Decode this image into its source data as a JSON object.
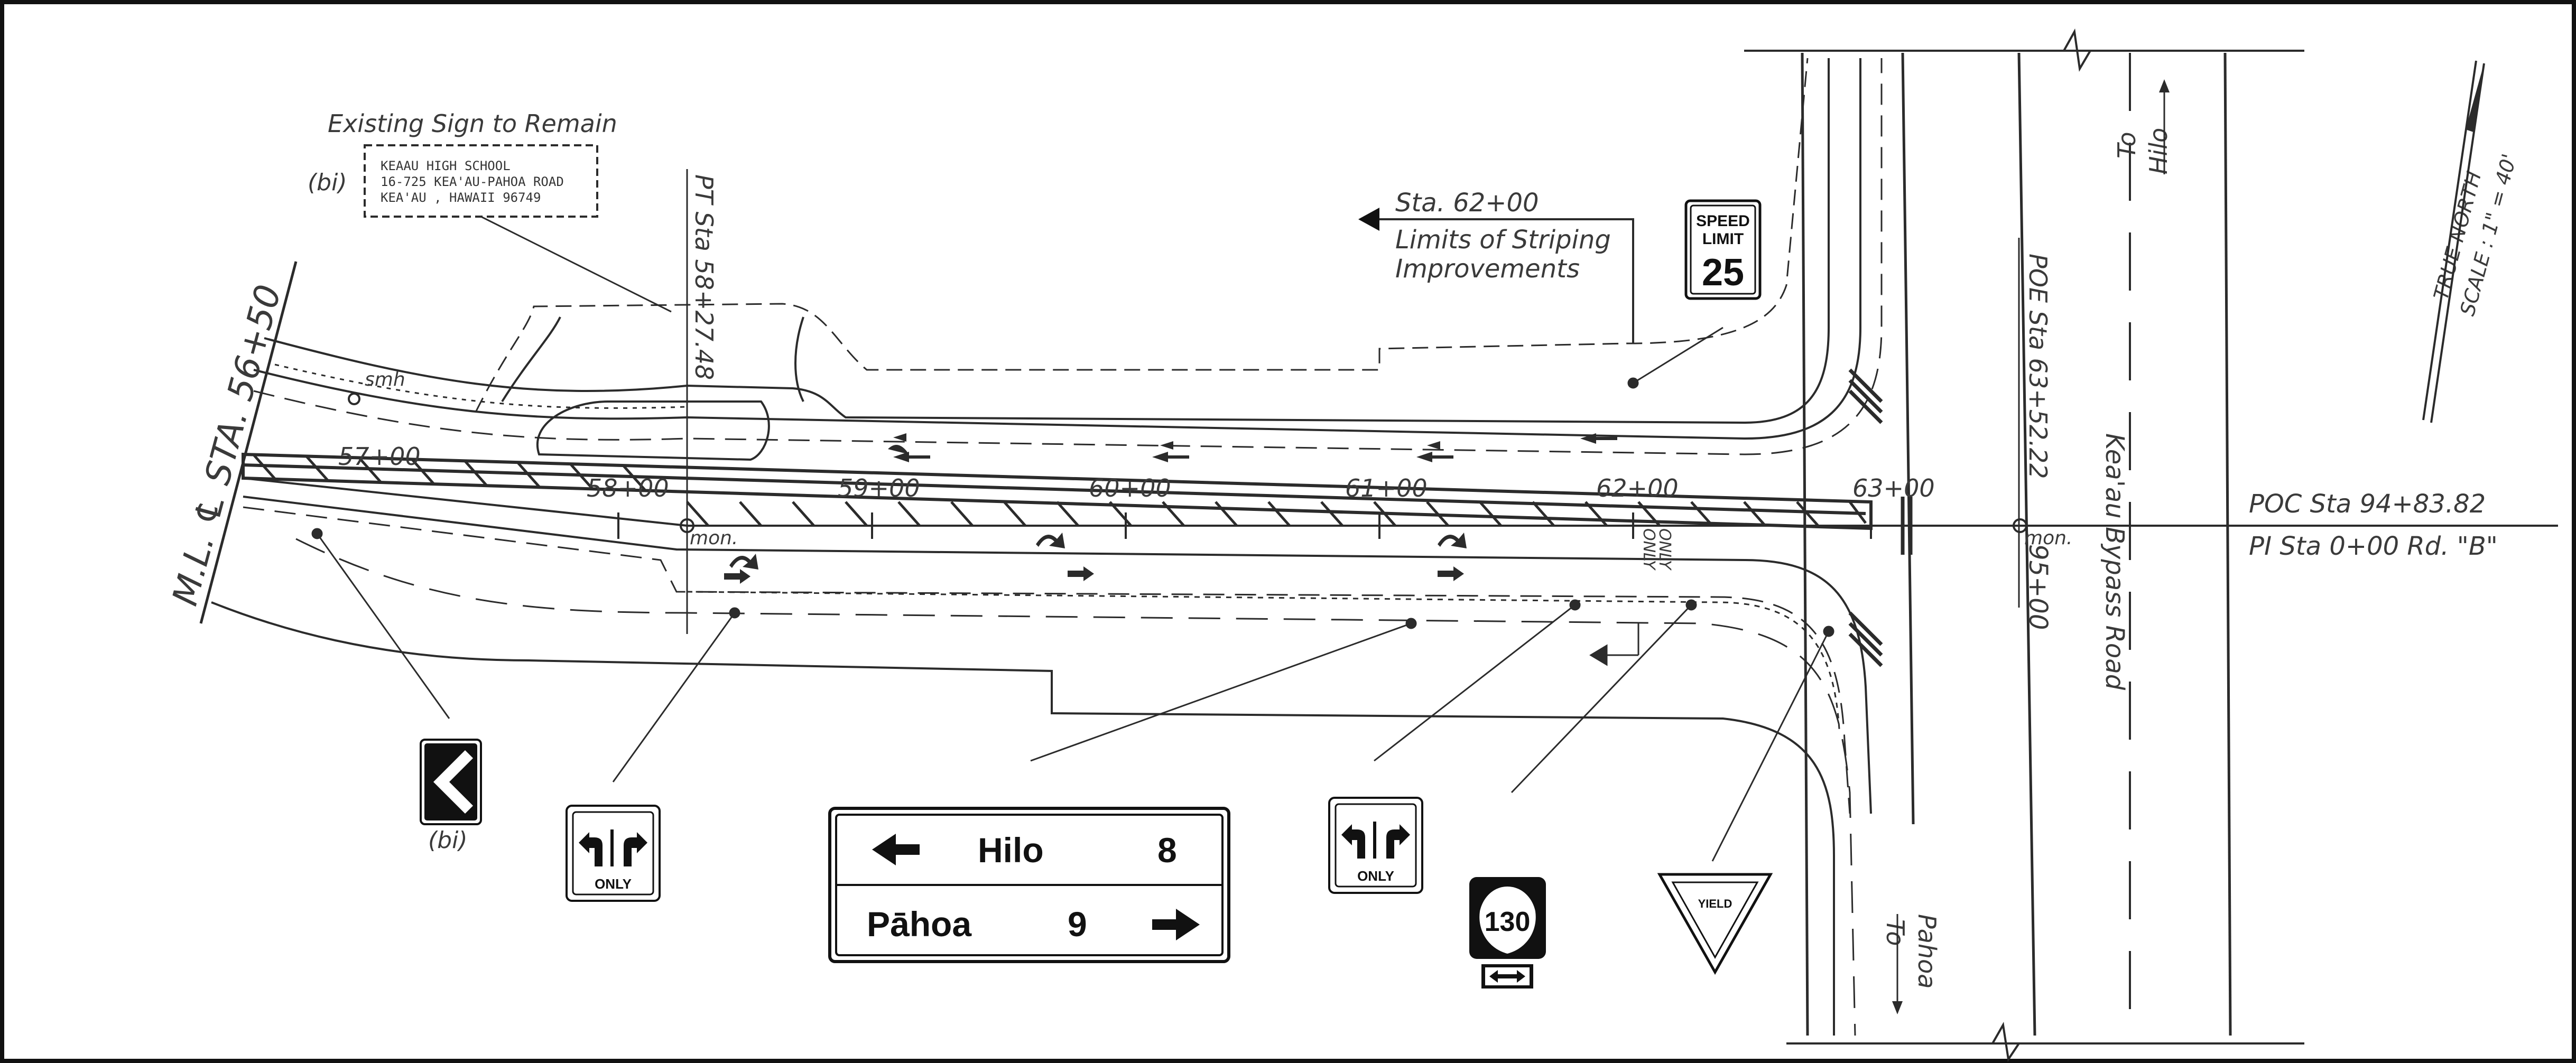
{
  "labels": {
    "existing_sign": "Existing Sign to Remain",
    "school_sign": [
      "KEAAU HIGH SCHOOL",
      "16-725 KEA'AU-PAHOA ROAD",
      "KEA'AU , HAWAII 96749"
    ],
    "bi_tag_1": "(bi)",
    "bi_tag_2": "(bi)",
    "pt_station": "PT Sta 58+27.48",
    "poe_station": "POE Sta 63+52.22",
    "ml_station": "M.L. ℄ STA. 56+50",
    "smh": "smh",
    "limits_line1": "Sta. 62+00",
    "limits_line2": "Limits of Striping",
    "limits_line3": "Improvements",
    "station_marks": [
      "57+00",
      "58+00",
      "59+00",
      "60+00",
      "61+00",
      "62+00",
      "63+00"
    ],
    "mon_left": "mon.",
    "mon_right": "mon.",
    "station_95": "95+00",
    "road_name": "Kea'au   Bypass   Road",
    "to_hilo_1": "To",
    "to_hilo_2": "Hilo",
    "to_pahoa_1": "To",
    "to_pahoa_2": "Pahoa",
    "poc_station": "POC Sta 94+83.82",
    "pi_station": "PI Sta 0+00 Rd. \"B\"",
    "true_north": "TRUE NORTH",
    "scale": "SCALE : 1\" = 40'",
    "only_pavement_1": "ONLY",
    "only_pavement_2": "ONLY"
  },
  "signs": {
    "speed_limit": {
      "line1": "SPEED",
      "line2": "LIMIT",
      "value": "25"
    },
    "only_sign_1": "ONLY",
    "only_sign_2": "ONLY",
    "guide_sign": {
      "row1_place": "Hilo",
      "row1_distance": "8",
      "row2_place": "Pāhoa",
      "row2_distance": "9"
    },
    "route_shield": "130",
    "yield": "YIELD"
  },
  "colors": {
    "ink": "#2b2b2b",
    "text": "#3a3a3a",
    "sign_black": "#111111"
  },
  "icons": [
    "chevron-left-icon",
    "left-arrow-icon",
    "right-arrow-icon",
    "double-arrow-icon",
    "lane-arrow-icon"
  ]
}
